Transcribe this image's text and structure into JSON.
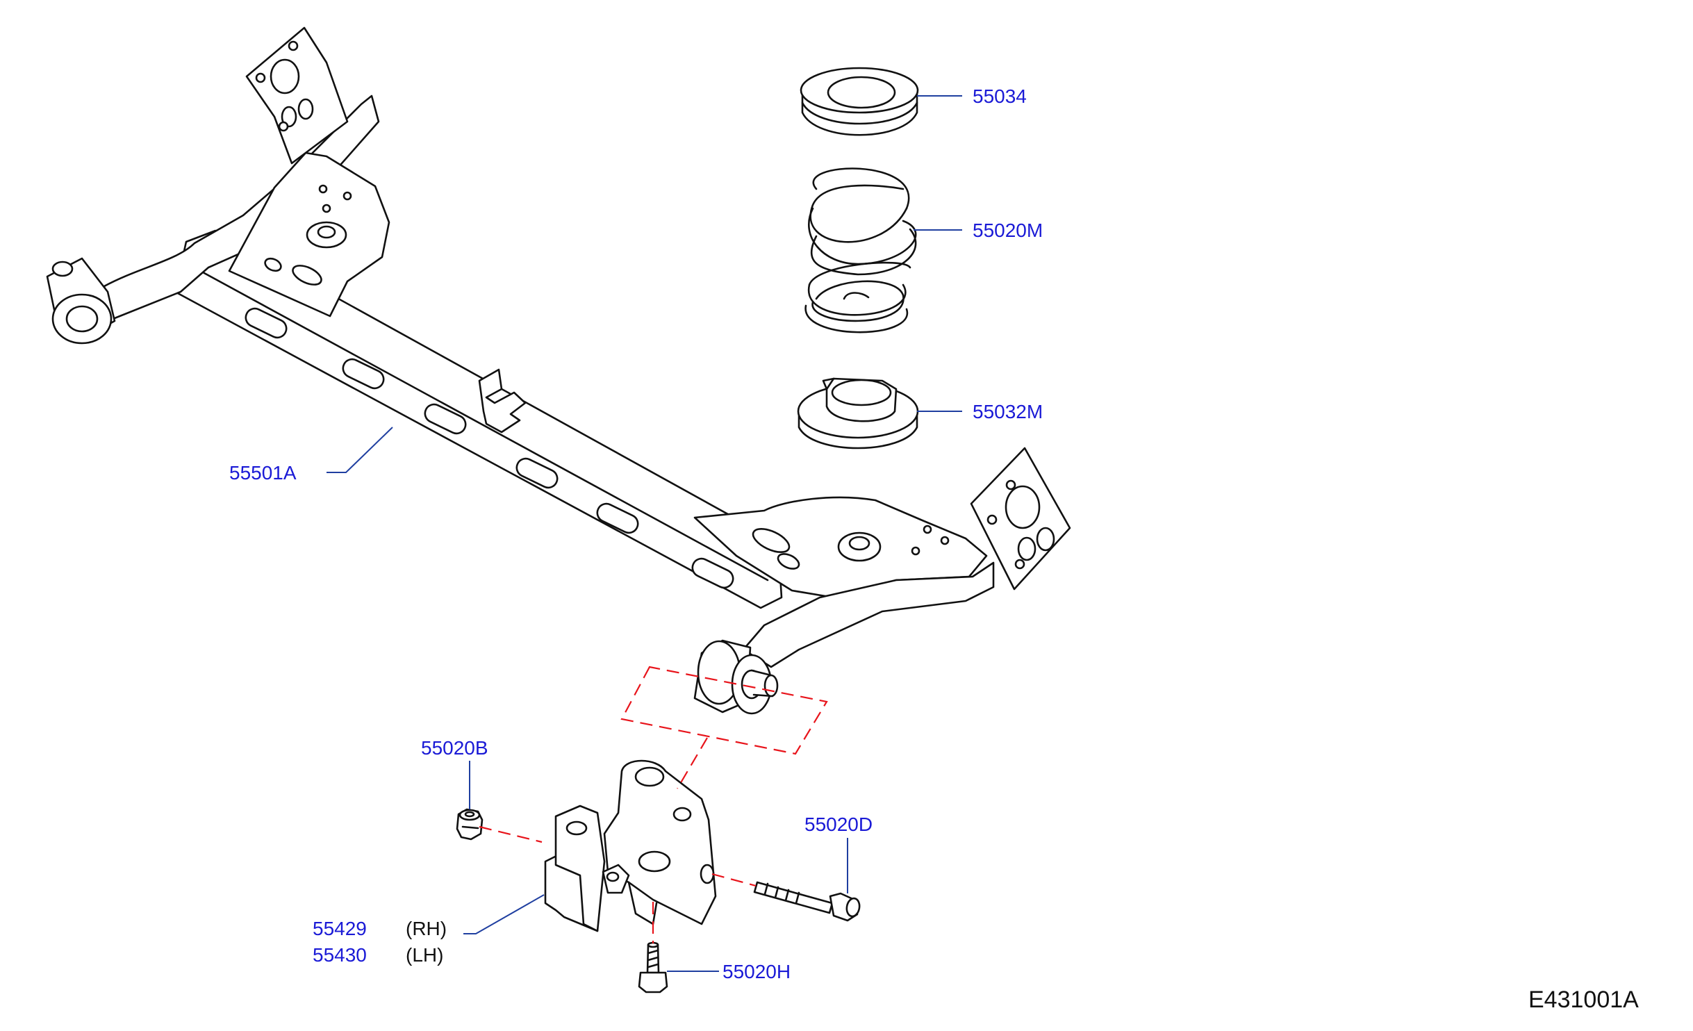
{
  "colors": {
    "callout_text": "#1a1ad6",
    "leader_line": "#1f3fa0",
    "dashed_line": "#e8141b",
    "linework": "#111111",
    "plain_text": "#111111"
  },
  "callouts": {
    "c55034": "55034",
    "c55020M": "55020M",
    "c55032M": "55032M",
    "c55501A": "55501A",
    "c55020B": "55020B",
    "c55020D": "55020D",
    "c55429": "55429",
    "c55430": "55430",
    "c55020H": "55020H"
  },
  "side_labels": {
    "rh": "(RH)",
    "lh": "(LH)"
  },
  "illustration_code": "E431001A"
}
